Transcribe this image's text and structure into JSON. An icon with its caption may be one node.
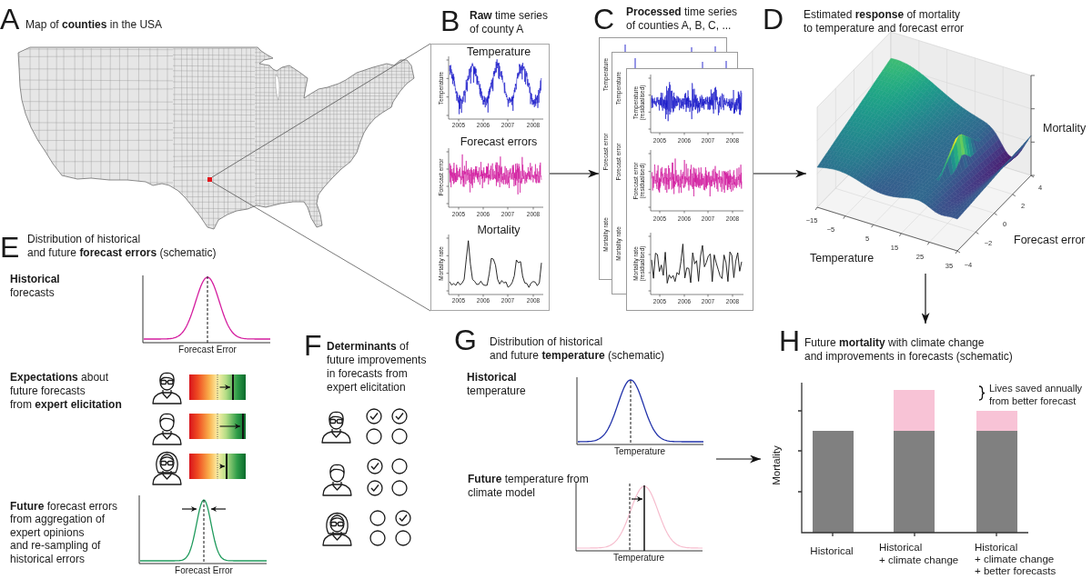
{
  "diagram": {
    "nodes": [
      {
        "text": [
          "A",
          "Map of **counties** in the USA"
        ]
      },
      {
        "text": [],
        "shape": "box",
        "in": 0
      },
      {
        "text": [
          "B",
          "**Raw** time series of county A"
        ]
      },
      {
        "text": [
          "C",
          "**Processed** time series of counties A, B, C, ..."
        ]
      },
      {
        "text": [
          "D",
          "Estimated **response** of mortality to temperature and forecast error"
        ]
      },
      {
        "text": [
          "E",
          "Distribution of historical and future **forecast errors** (schematic)"
        ]
      },
      {
        "text": [
          "F",
          "**Determinants** of future improvements in forecasts from expert elicitation"
        ]
      },
      {
        "text": [
          "G",
          "Distribution of historical and future **temperature** (schematic)"
        ]
      },
      {
        "text": [
          "H",
          "Future **mortality** with climate change and improvements in forecasts (schematic)"
        ]
      }
    ],
    "edges": [
      {
        "from": 1,
        "to": 2,
        "arrow": "none",
        "color": "#555555"
      },
      {
        "from": 1,
        "to": 2,
        "arrow": "none",
        "color": "#555555"
      },
      {
        "from": 2,
        "to": 3,
        "arrow": "to"
      },
      {
        "from": 3,
        "to": 4,
        "arrow": "to"
      },
      {
        "from": 4,
        "to": 8,
        "arrow": "to"
      },
      {
        "from": 7,
        "to": 8,
        "arrow": "to"
      }
    ],
    "labels": [
      "Temperature",
      "Temperature",
      "2005",
      "2006",
      "2007",
      "2008",
      "Forecast errors",
      "Forecast error",
      "2005",
      "2006",
      "2007",
      "2008",
      "Mortality",
      "Mortality rate",
      "2005",
      "2006",
      "2007",
      "2008",
      "Temperature",
      "Forecast error",
      "Mortality rate",
      "Temperature",
      "Forecast error",
      "Mortality rate",
      "Temperature (residualised)",
      "2005",
      "2006",
      "2007",
      "2008",
      "Forecast error (residualised)",
      "2005",
      "2006",
      "2007",
      "2008",
      "Mortality rate (residualised)",
      "2005",
      "2006",
      "2007",
      "2008",
      "Mortality",
      "4",
      "2",
      "0",
      "−2",
      "−4",
      "Forecast error",
      "−15",
      "−5",
      "5",
      "15",
      "25",
      "35",
      "Temperature",
      "**Historical** forecasts",
      "Forecast Error",
      "**Expectations** about future forecasts from **expert elicitation**",
      "**Future** forecast errors from aggregation of expert opinions and re-sampling of historical errors",
      "Forecast Error",
      "**Historical** temperature",
      "Temperature",
      "**Future** temperature from climate model",
      "Temperature",
      "Lives saved annually from better forecast",
      "Mortality",
      "Historical",
      "Historical + climate change",
      "Historical + climate change + better forecasts"
    ]
  }
}
